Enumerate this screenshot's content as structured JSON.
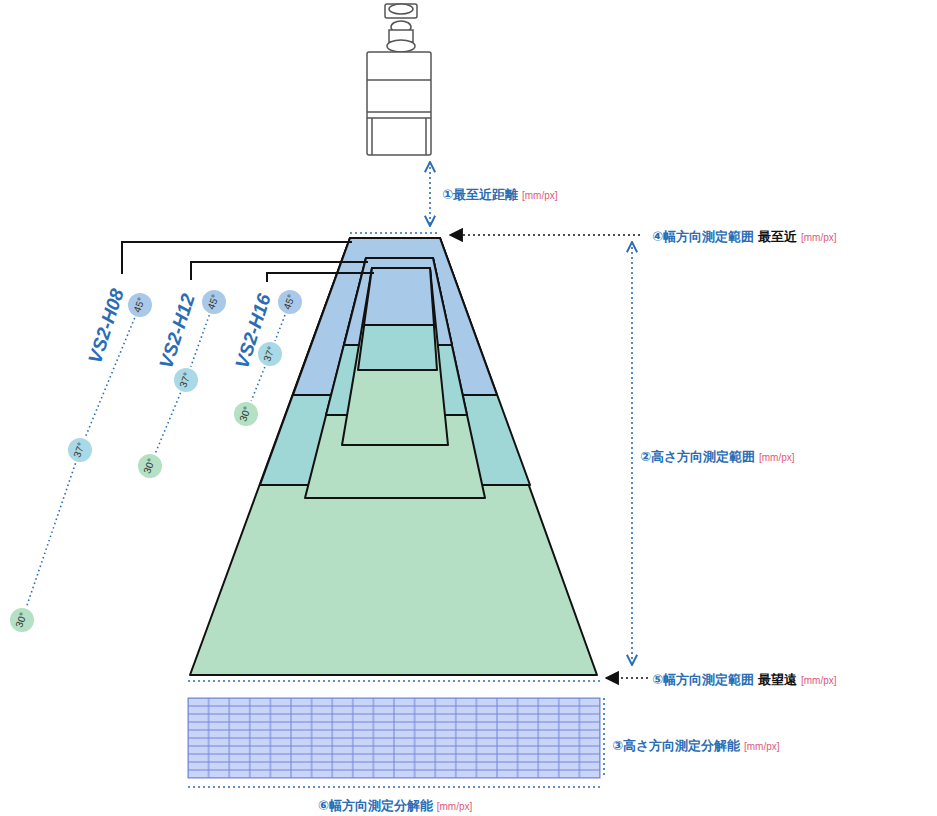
{
  "diagram": {
    "nodes": [
      {
        "text": [
          "45°"
        ]
      },
      {
        "text": [
          "37°"
        ]
      },
      {
        "text": [
          "30°"
        ]
      },
      {
        "text": [
          "45°"
        ]
      },
      {
        "text": [
          "37°"
        ]
      },
      {
        "text": [
          "30°"
        ]
      },
      {
        "text": [
          "45°"
        ]
      },
      {
        "text": [
          "37°"
        ]
      },
      {
        "text": [
          "30°"
        ]
      }
    ],
    "edges": [
      {
        "from": 0,
        "to": 1,
        "arrow": "none"
      },
      {
        "from": 1,
        "to": 2,
        "arrow": "none"
      },
      {
        "from": 3,
        "to": 4,
        "arrow": "none"
      },
      {
        "from": 4,
        "to": 5,
        "arrow": "none"
      },
      {
        "from": 6,
        "to": 7,
        "arrow": "none"
      },
      {
        "from": 7,
        "to": 8,
        "arrow": "none"
      }
    ],
    "labels": [
      "①最至近距離",
      "[mm/px]",
      "④幅方向測定範囲",
      "最至近",
      "[mm/px]",
      "VS2-H08",
      "VS2-H12",
      "VS2-H16",
      "②高さ方向測定範囲",
      "[mm/px]",
      "⑤幅方向測定範囲",
      "最望遠",
      "[mm/px]",
      "③高さ方向測定分解能",
      "[mm/px]",
      "⑥幅方向測定分解能",
      "[mm/px]"
    ]
  }
}
